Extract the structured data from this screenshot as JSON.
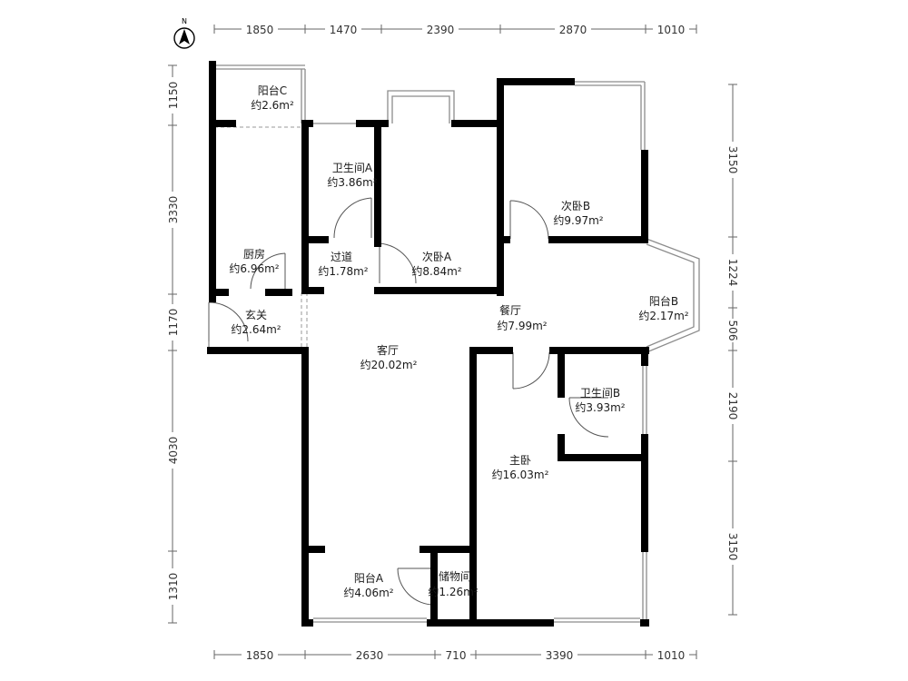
{
  "compass": {
    "label": "N"
  },
  "rooms": [
    {
      "id": "balcony-c",
      "name": "阳台C",
      "area": "约2.6m²"
    },
    {
      "id": "bathroom-a",
      "name": "卫生间A",
      "area": "约3.86m²"
    },
    {
      "id": "second-bedroom-b",
      "name": "次卧B",
      "area": "约9.97m²"
    },
    {
      "id": "kitchen",
      "name": "厨房",
      "area": "约6.96m²"
    },
    {
      "id": "hallway",
      "name": "过道",
      "area": "约1.78m²"
    },
    {
      "id": "second-bedroom-a",
      "name": "次卧A",
      "area": "约8.84m²"
    },
    {
      "id": "balcony-b",
      "name": "阳台B",
      "area": "约2.17m²"
    },
    {
      "id": "foyer",
      "name": "玄关",
      "area": "约2.64m²"
    },
    {
      "id": "dining-room",
      "name": "餐厅",
      "area": "约7.99m²"
    },
    {
      "id": "living-room",
      "name": "客厅",
      "area": "约20.02m²"
    },
    {
      "id": "bathroom-b",
      "name": "卫生间B",
      "area": "约3.93m²"
    },
    {
      "id": "master-bedroom",
      "name": "主卧",
      "area": "约16.03m²"
    },
    {
      "id": "balcony-a",
      "name": "阳台A",
      "area": "约4.06m²"
    },
    {
      "id": "storage-room",
      "name": "储物间",
      "area": "约1.26m²"
    }
  ],
  "dimensions": {
    "top": [
      "1850",
      "1470",
      "2390",
      "2870",
      "1010"
    ],
    "bottom": [
      "1850",
      "2630",
      "710",
      "3390",
      "1010"
    ],
    "left": [
      "1150",
      "3330",
      "1170",
      "4030",
      "1310"
    ],
    "right": [
      "3150",
      "1224",
      "506",
      "2190",
      "3150"
    ]
  }
}
